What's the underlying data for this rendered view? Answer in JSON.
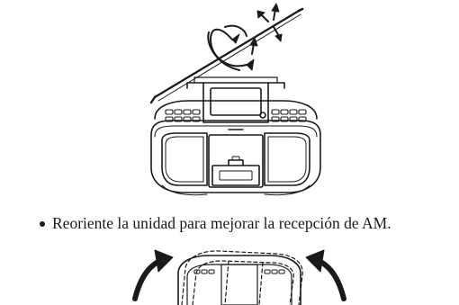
{
  "instruction": {
    "text": "Reoriente la unidad para mejorar la recepción de AM."
  },
  "figures": {
    "top": {
      "icon": "boombox-with-antenna-rotation-illustration"
    },
    "bottom": {
      "icon": "boombox-reorient-illustration"
    }
  },
  "colors": {
    "ink": "#1a1a1a",
    "paper": "#ffffff"
  }
}
